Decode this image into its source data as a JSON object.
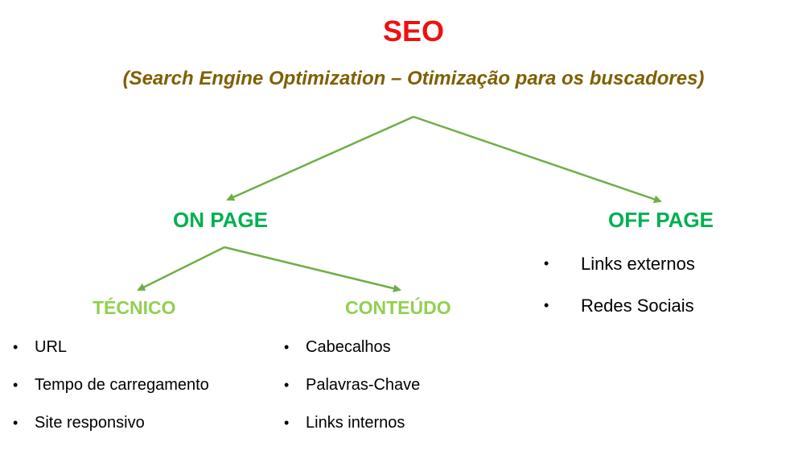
{
  "colors": {
    "title": "#ee1111",
    "subtitle": "#7f6000",
    "node": "#00b050",
    "subnode": "#92d050",
    "arrow": "#70ad47",
    "text": "#000000"
  },
  "diagram": {
    "title": "SEO",
    "subtitle": "(Search Engine Optimization – Otimização para os buscadores)",
    "on_page": {
      "label": "ON PAGE",
      "tecnico": {
        "label": "TÉCNICO",
        "items": [
          "URL",
          "Tempo de carregamento",
          "Site responsivo"
        ]
      },
      "conteudo": {
        "label": "CONTEÚDO",
        "items": [
          "Cabecalhos",
          "Palavras-Chave",
          "Links internos"
        ]
      }
    },
    "off_page": {
      "label": "OFF PAGE",
      "items": [
        "Links externos",
        "Redes Sociais"
      ]
    }
  }
}
